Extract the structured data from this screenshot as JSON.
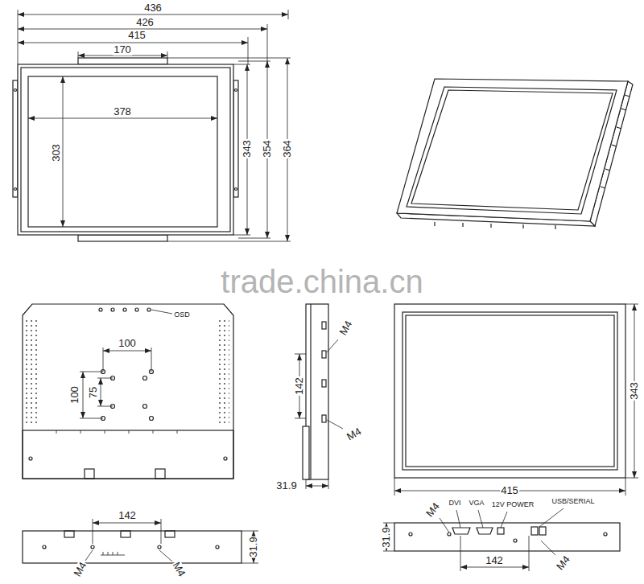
{
  "diagram": {
    "labels": [
      "436",
      "426",
      "415",
      "170",
      "378",
      "303",
      "343",
      "354",
      "364",
      "OSD",
      "100",
      "100",
      "75",
      "M4",
      "142",
      "M4",
      "31.9",
      "343",
      "415",
      "142",
      "M4",
      "M4",
      "31.9",
      "DVI",
      "VGA",
      "12V POWER",
      "USB/SERIAL",
      "M4",
      "M4",
      "142",
      "31.9",
      "trade.china.cn"
    ]
  }
}
